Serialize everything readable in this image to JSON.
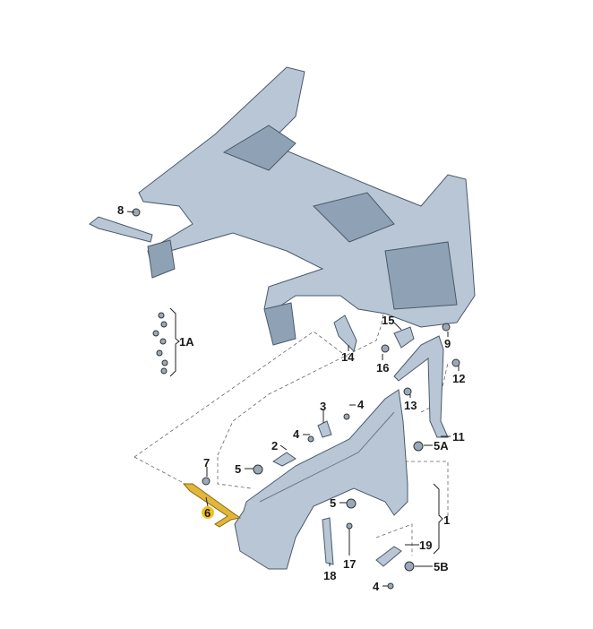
{
  "diagram": {
    "labels": {
      "l8": "8",
      "l1A": "1A",
      "l14": "14",
      "l15": "15",
      "l16": "16",
      "l9": "9",
      "l12": "12",
      "l13": "13",
      "l11": "11",
      "l3": "3",
      "l4a": "4",
      "l4b": "4",
      "l2": "2",
      "l7": "7",
      "l5a": "5",
      "l5A": "5A",
      "l6": "6",
      "l5b": "5",
      "l1": "1",
      "l19": "19",
      "l18": "18",
      "l17": "17",
      "l5B": "5B",
      "l4c": "4"
    },
    "highlight_color": "#f0c020",
    "part_color": "#b8c6d5"
  }
}
